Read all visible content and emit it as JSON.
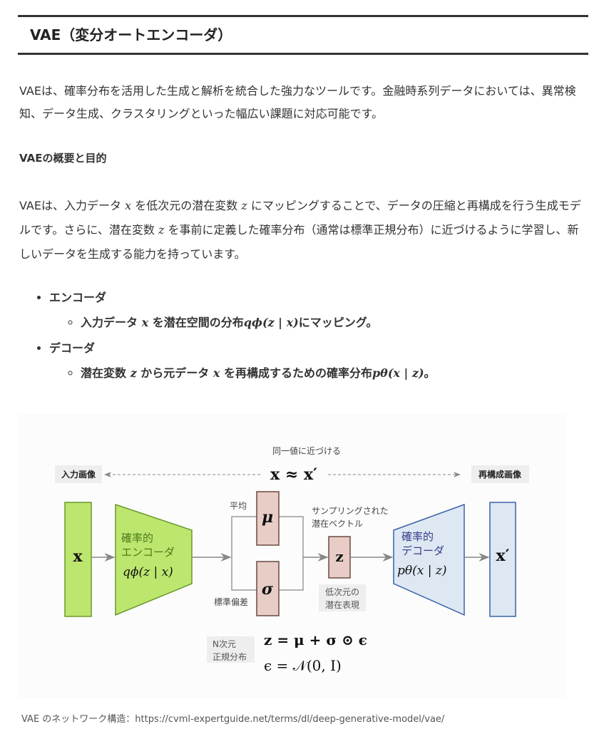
{
  "title": "VAE（変分オートエンコーダ）",
  "intro": "VAEは、確率分布を活用した生成と解析を統合した強力なツールです。金融時系列データにおいては、異常検知、データ生成、クラスタリングといった幅広い課題に対応可能です。",
  "section_heading": "VAEの概要と目的",
  "para": {
    "a": "VAEは、入力データ ",
    "x": "x",
    "b": " を低次元の潜在変数 ",
    "z": "z",
    "c": " にマッピングすることで、データの圧縮と再構成を行う生成モデルです。さらに、潜在変数 ",
    "z2": "z",
    "d": " を事前に定義した確率分布（通常は標準正規分布）に近づけるように学習し、新しいデータを生成する能力を持っています。"
  },
  "bullets": [
    {
      "label": "エンコーダ",
      "sub_a": "入力データ ",
      "sub_x": "x",
      "sub_b": " を潜在空間の分布",
      "sub_math": "qϕ(z | x)",
      "sub_c": "にマッピング。"
    },
    {
      "label": "デコーダ",
      "sub_a": "潜在変数 ",
      "sub_x": "z",
      "sub_b": " から元データ ",
      "sub_y": "x",
      "sub_c": " を再構成するための確率分布",
      "sub_math": "pθ(x | z)",
      "sub_d": "。"
    }
  ],
  "diagram": {
    "input_label": "入力画像",
    "output_label": "再構成画像",
    "approach": "同一値に近づける",
    "approx": "x ≈ x′",
    "x": "x",
    "x_prime": "x′",
    "encoder_l1": "確率的",
    "encoder_l2": "エンコーダ",
    "encoder_f": "qϕ(z | x)",
    "decoder_l1": "確率的",
    "decoder_l2": "デコーダ",
    "decoder_f": "pθ(x | z)",
    "mean": "平均",
    "std": "標準偏差",
    "mu": "μ",
    "sigma": "σ",
    "z": "z",
    "sampled_l1": "サンプリングされた",
    "sampled_l2": "潜在ベクトル",
    "lowdim_l1": "低次元の",
    "lowdim_l2": "潜在表現",
    "normal_l1": "N次元",
    "normal_l2": "正規分布",
    "eq1": "z = μ + σ ⊙ ϵ",
    "eq2": "ϵ = 𝒩(0, I)",
    "colors": {
      "green": "#bde66e",
      "pink": "#e8cdc6",
      "blue": "#dde8f3",
      "blue_stroke": "#3a62a8"
    }
  },
  "caption": "VAE のネットワーク構造：https://cvml-expertguide.net/terms/dl/deep-generative-model/vae/"
}
